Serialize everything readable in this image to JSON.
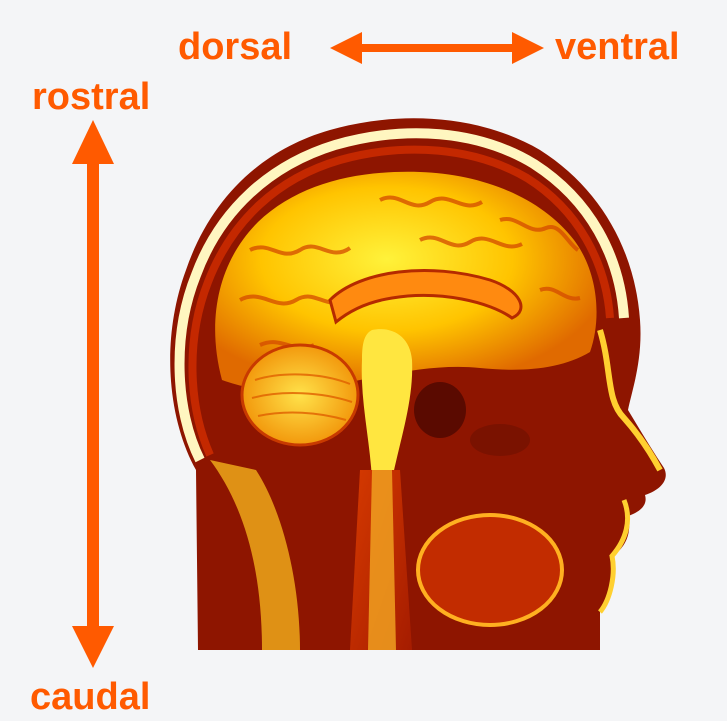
{
  "labels": {
    "dorsal": "dorsal",
    "ventral": "ventral",
    "rostral": "rostral",
    "caudal": "caudal"
  },
  "colors": {
    "accent": "#ff5a00",
    "background": "#f4f5f7",
    "scan_dark": "#8e1500",
    "scan_mid": "#d63a00",
    "scan_light": "#ffc400",
    "scan_bright": "#fff23a"
  },
  "image": {
    "subject": "sagittal MRI of human head"
  }
}
